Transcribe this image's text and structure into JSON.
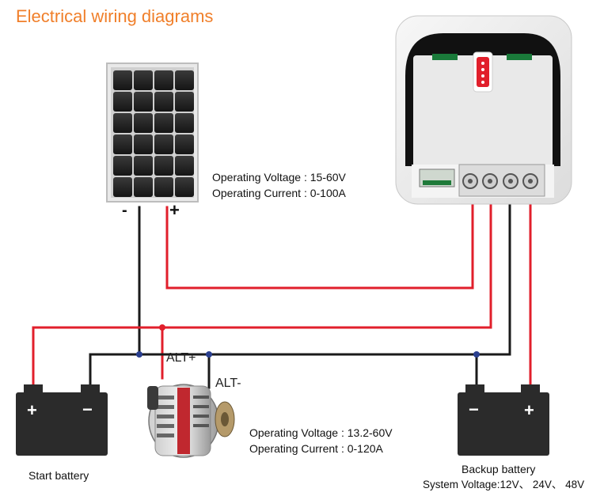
{
  "title": "Electrical wiring diagrams",
  "solar_panel": {
    "minus": "-",
    "plus": "+",
    "voltage_label": "Operating Voltage : 15-60V",
    "current_label": "Operating Current : 0-100A"
  },
  "alternator": {
    "alt_plus": "ALT+",
    "alt_minus": "ALT-",
    "voltage_label": "Operating Voltage : 13.2-60V",
    "current_label": "Operating  Current : 0-120A"
  },
  "start_battery": {
    "label": "Start battery",
    "plus": "+",
    "minus": "−"
  },
  "backup_battery": {
    "label": "Backup battery",
    "system_voltage": "System Voltage:12V、 24V、 48V",
    "plus": "+",
    "minus": "−"
  },
  "colors": {
    "title": "#f07f2a",
    "wire_positive": "#e11f2b",
    "wire_negative": "#1a1a1a",
    "wire_blue_joint": "#2a3f8f",
    "battery_body": "#2b2b2b"
  }
}
